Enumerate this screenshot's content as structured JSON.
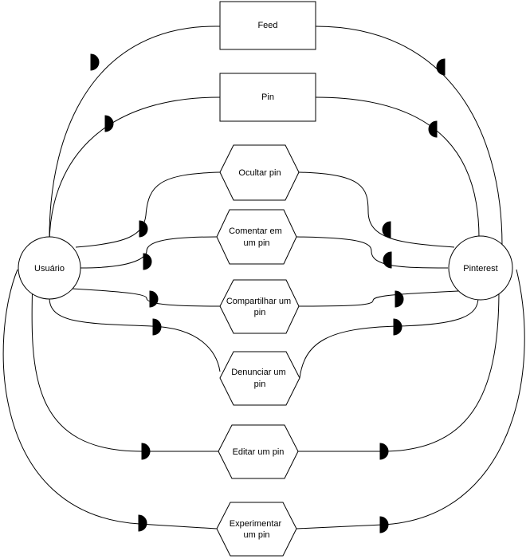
{
  "actors": {
    "user": "Usuário",
    "system": "Pinterest"
  },
  "boxes": {
    "feed": "Feed",
    "pin": "Pin"
  },
  "use_cases": {
    "ocultar": [
      "Ocultar pin"
    ],
    "comentar": [
      "Comentar em",
      "um pin"
    ],
    "compartilhar": [
      "Compartilhar um",
      "pin"
    ],
    "denunciar": [
      "Denunciar um",
      "pin"
    ],
    "editar": [
      "Editar um pin"
    ],
    "experimentar": [
      "Experimentar",
      "um pin"
    ]
  }
}
